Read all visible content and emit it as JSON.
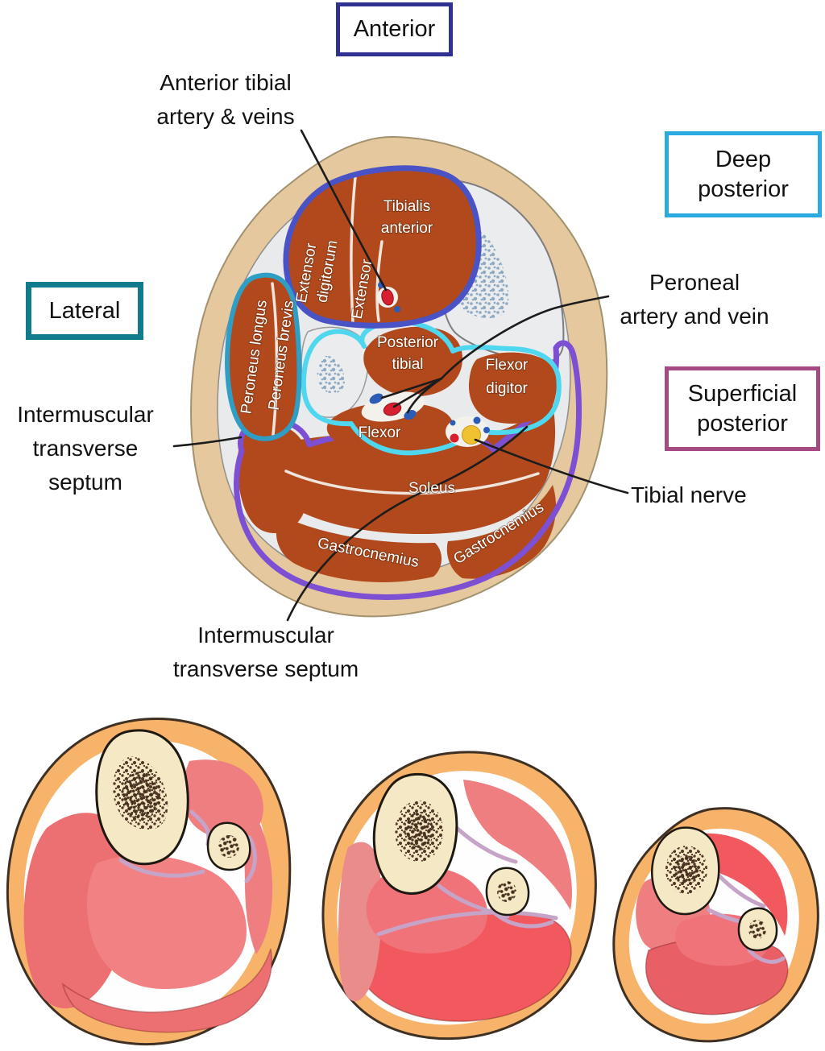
{
  "figure": {
    "boxes": {
      "anterior": {
        "label": "Anterior",
        "border_color": "#2e3192"
      },
      "deep_posterior": {
        "line1": "Deep",
        "line2": "posterior",
        "border_color": "#29abe2"
      },
      "lateral": {
        "label": "Lateral",
        "border_color": "#0f7b8c"
      },
      "superficial_posterior": {
        "line1": "Superficial",
        "line2": "posterior",
        "border_color": "#a64a84"
      }
    },
    "annotations": {
      "anterior_tibial_vessels": {
        "line1": "Anterior tibial",
        "line2": "artery & veins"
      },
      "peroneal_vessels": {
        "line1": "Peroneal",
        "line2": "artery and vein"
      },
      "intermuscular_septum_left": {
        "line1": "Intermuscular",
        "line2": "transverse",
        "line3": "septum"
      },
      "tibial_nerve": {
        "label": "Tibial nerve"
      },
      "intermuscular_septum_bottom": {
        "line1": "Intermuscular",
        "line2": "transverse septum"
      }
    },
    "muscles": {
      "tibialis_anterior": {
        "line1": "Tibialis",
        "line2": "anterior"
      },
      "extensor_digitorum": {
        "line1": "Extensor",
        "line2": "digitorum"
      },
      "extensor": {
        "label": "Extensor"
      },
      "peroneus_longus": {
        "label": "Peroneus longus"
      },
      "peroneus_brevis": {
        "label": "Peroneus brevis"
      },
      "posterior_tibial": {
        "line1": "Posterior",
        "line2": "tibial"
      },
      "flexor_digitorum": {
        "line1": "Flexor",
        "line2": "digitor"
      },
      "flexor": {
        "label": "Flexor"
      },
      "soleus": {
        "label": "Soleus"
      },
      "gastrocnemius_left": {
        "label": "Gastrocnemius"
      },
      "gastrocnemius_right": {
        "label": "Gastrocnemius"
      }
    },
    "colors": {
      "anterior_compartment_outline": "#4a53c6",
      "lateral_compartment_outline": "#2f9dc4",
      "deep_posterior_outline": "#4ed7ee",
      "superficial_posterior_outline": "#7d4fd2",
      "muscle_fill": "#b1491c",
      "skin_fill": "#e6c89e",
      "bone_fill": "#ebeced",
      "bone_stipple": "#8ea9c3",
      "artery": "#d6202f",
      "vein": "#2c5cb5",
      "nerve": "#f0c232",
      "lower_skin": "#f7b369",
      "lower_muscle": "#ec6f71",
      "lower_muscle_bright": "#f2595f",
      "lower_muscle_light": "#ee7e80",
      "lower_bone": "#f5e8c4",
      "lower_bone_marrow": "#54392a",
      "lower_septum": "#c5a4c7"
    }
  }
}
